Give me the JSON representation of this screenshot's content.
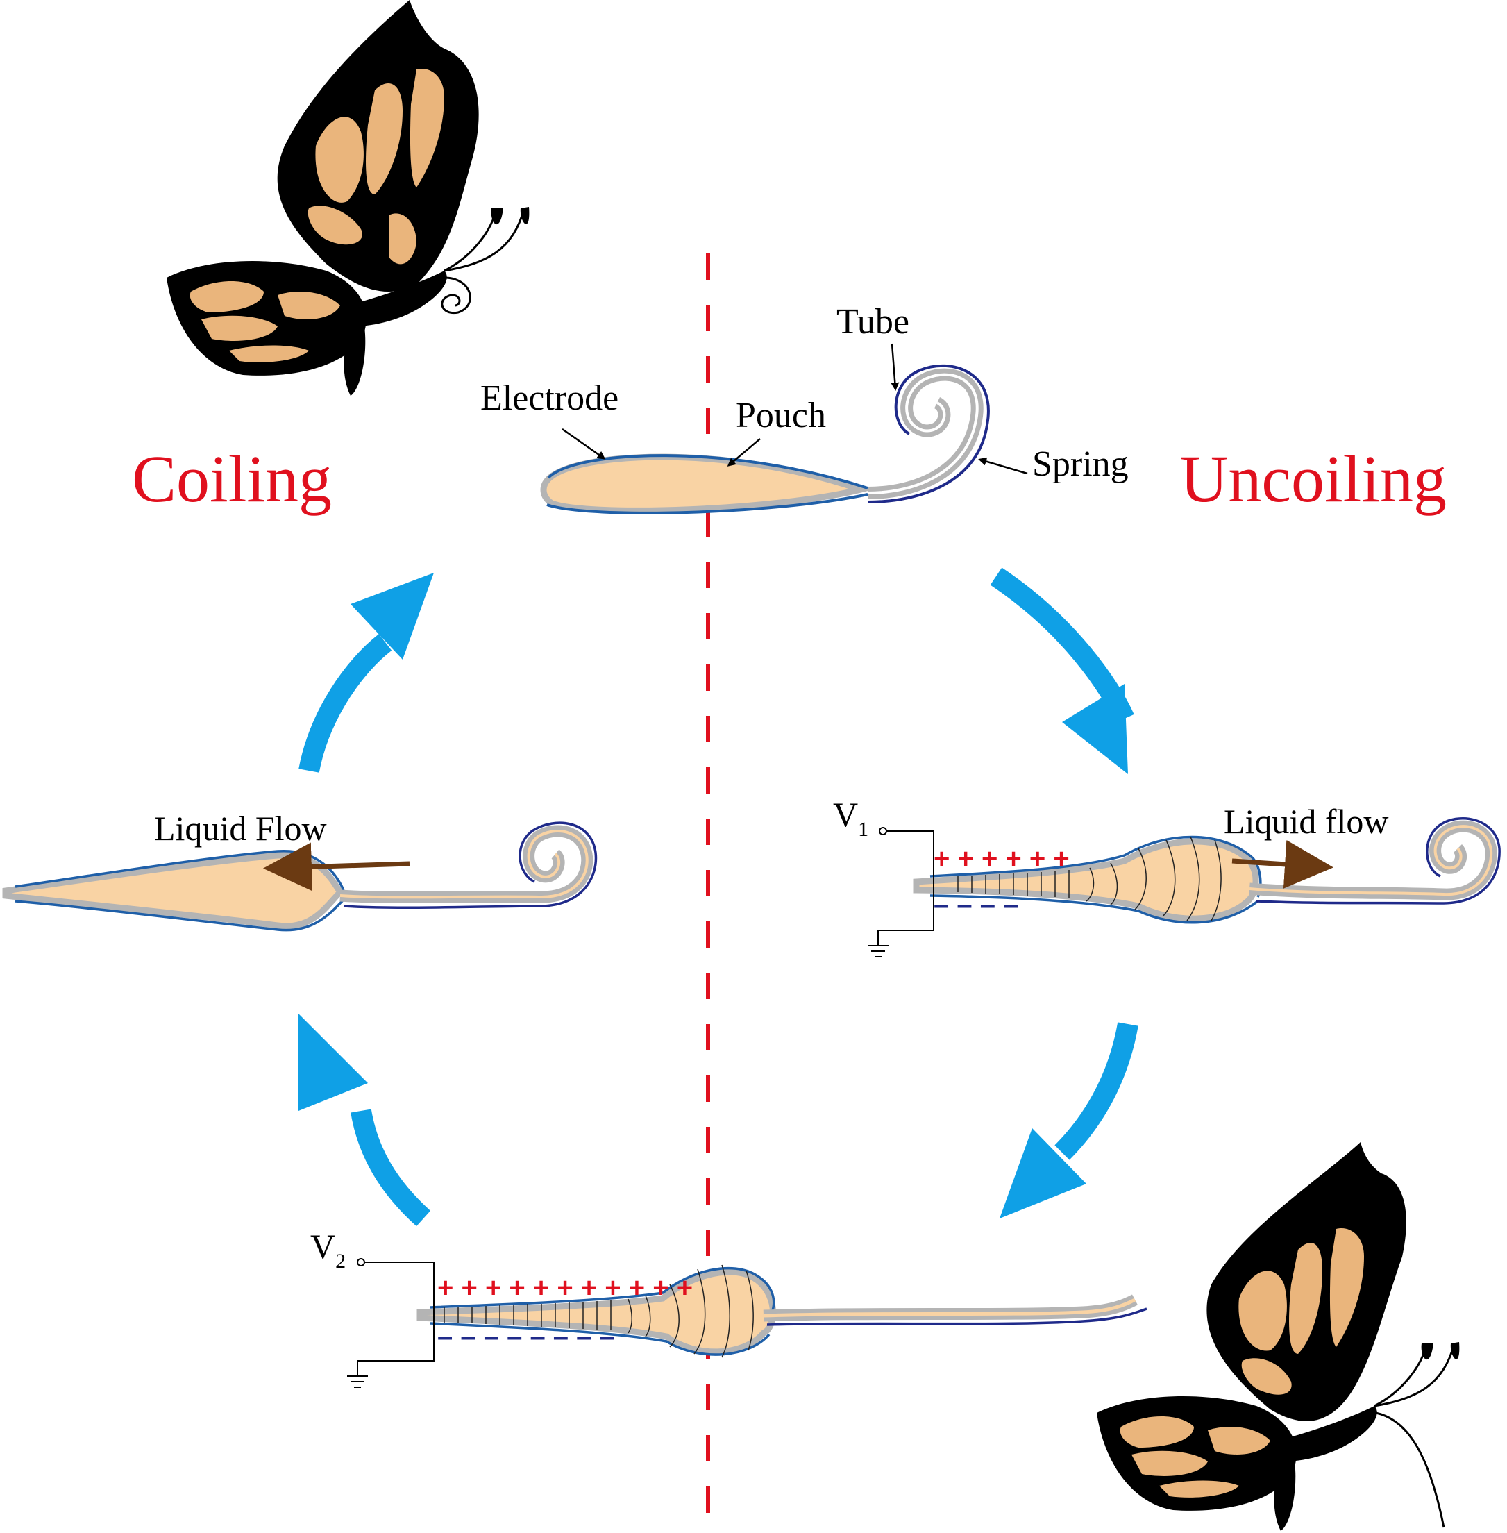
{
  "labels": {
    "coiling": "Coiling",
    "uncoiling": "Uncoiling",
    "tube": "Tube",
    "electrode": "Electrode",
    "pouch": "Pouch",
    "spring": "Spring",
    "liquid_flow_left": "Liquid Flow",
    "liquid_flow_right": "Liquid flow",
    "v1": "V",
    "v1_sub": "1",
    "v2": "V",
    "v2_sub": "2",
    "plus_row_1": "+ + + + + +",
    "minus_row_1": "– –   –   –",
    "plus_row_2": "+ + + +  + + + + + +  +",
    "minus_row_2": "– – –   –   –  –  –   –"
  },
  "colors": {
    "accent_red": "#e0101e",
    "cycle_arrow": "#0fa0e6",
    "pouch_fill": "#f9d3a4",
    "electrode": "#1f5fa8",
    "tube_gray": "#b4b4b4",
    "flow_arrow": "#6b3a12",
    "butterfly_orange": "#eab57c"
  },
  "icons": [
    "butterfly-top-left",
    "butterfly-bottom-right",
    "cycle-arrow",
    "ground-symbol"
  ]
}
